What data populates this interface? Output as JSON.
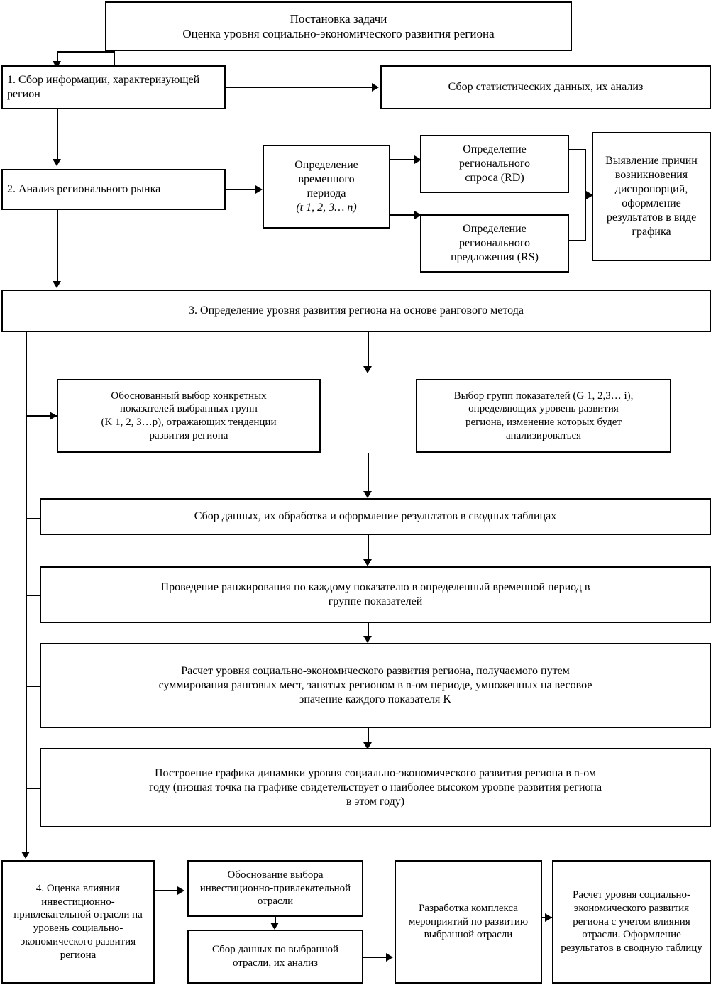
{
  "diagram": {
    "title": "Постановка задачи\nОценка уровня социально-экономического развития региона",
    "nodes": {
      "n_title_l1": "Постановка задачи",
      "n_title_l2": "Оценка уровня социально-экономического развития региона",
      "n1": "1. Сбор информации, характеризующей регион",
      "n1_right": "Сбор статистических данных, их анализ",
      "n2": "2. Анализ регионального рынка",
      "n_period_l1": "Определение",
      "n_period_l2": "временного",
      "n_period_l3": "периода",
      "n_period_l4": "(t 1, 2, 3… n)",
      "n_rd_l1": "Определение",
      "n_rd_l2": "регионального",
      "n_rd_l3": "спроса (RD)",
      "n_rs_l1": "Определение",
      "n_rs_l2": "регионального",
      "n_rs_l3": "предложения (RS)",
      "n_reason": "Выявление причин возникновения диспропорций, оформление результатов в виде графика",
      "n3": "3. Определение уровня развития региона на основе рангового метода",
      "n_k_l1": "Обоснованный выбор конкретных",
      "n_k_l2": "показателей выбранных групп",
      "n_k_l3": "(K 1, 2, 3…p), отражающих тенденции",
      "n_k_l4": "развития региона",
      "n_g_l1": "Выбор групп показателей (G 1, 2,3… i),",
      "n_g_l2": "определяющих уровень развития",
      "n_g_l3": "региона, изменение которых будет",
      "n_g_l4": "анализироваться",
      "n_collect": "Сбор данных, их обработка и оформление результатов в сводных таблицах",
      "n_rank_l1": "Проведение ранжирования по каждому показателю в определенный временной период в",
      "n_rank_l2": "группе показателей",
      "n_calc_l1": "Расчет уровня социально-экономического развития региона, получаемого путем",
      "n_calc_l2": "суммирования ранговых мест, занятых регионом в n-ом периоде, умноженных на весовое",
      "n_calc_l3": "значение каждого показателя K",
      "n_plot_l1": "Построение графика динамики уровня социально-экономического развития региона в n-ом",
      "n_plot_l2": "году (низшая точка на графике свидетельствует о наиболее высоком уровне развития региона",
      "n_plot_l3": "в этом году)",
      "n4": "4. Оценка влияния инвестиционно-привлекательной отрасли на уровень социально-экономического развития региона",
      "n_just": "Обоснование выбора инвестиционно-привлекательной отрасли",
      "n_data": "Сбор данных по выбранной отрасли, их анализ",
      "n_measures": "Разработка комплекса мероприятий по развитию выбранной отрасли",
      "n_final": "Расчет уровня социально-экономического развития региона с учетом влияния отрасли. Оформление результатов в сводную таблицу"
    }
  }
}
